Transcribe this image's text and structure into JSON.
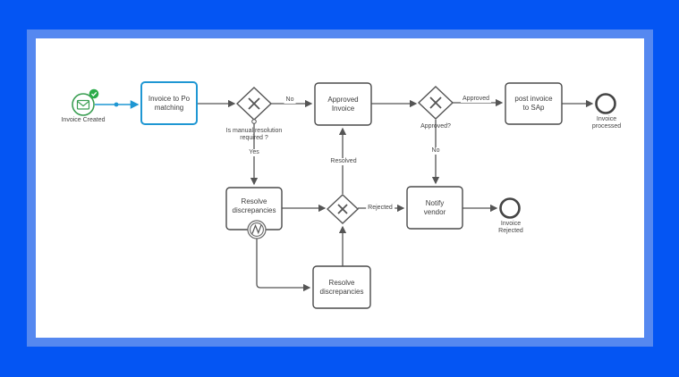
{
  "app": {
    "description": "BPMN invoice processing flow diagram on a white canvas with blue frame"
  },
  "colors": {
    "frame_outer": "#0455f3",
    "frame_inner": "#5588f0",
    "canvas": "#ffffff",
    "selection_blue": "#1f97d3",
    "flow_gray": "#555555",
    "event_green": "#3a9e52",
    "badge_green": "#2bab49",
    "text_dark": "#3c3c3c"
  },
  "diagram": {
    "nodes": {
      "start_event": {
        "type": "message-start-event",
        "label": "Invoice Created"
      },
      "task_invoice_po_matching": {
        "type": "task",
        "label": "Invoice to Po matching",
        "selected": true
      },
      "gateway_manual_resolution": {
        "type": "exclusive-gateway",
        "label": "Is manual resolution required ?"
      },
      "task_approved_invoice": {
        "type": "task",
        "label": "Approved Invoice"
      },
      "gateway_approved": {
        "type": "exclusive-gateway",
        "label": "Approved?"
      },
      "task_post_invoice_sap": {
        "type": "task",
        "label": "post invoice to SAp"
      },
      "end_event_processed": {
        "type": "end-event",
        "label": "Invoice processed"
      },
      "task_resolve_discrepancies": {
        "type": "task",
        "label": "Resolve discrepancies",
        "boundary_event": "error"
      },
      "gateway_resolution_result": {
        "type": "exclusive-gateway",
        "label": ""
      },
      "task_notify_vendor": {
        "type": "task",
        "label": "Notify vendor"
      },
      "end_event_rejected": {
        "type": "end-event",
        "label": "Invoice Rejected"
      },
      "task_resolve_discrepancies_2": {
        "type": "task",
        "label": "Resolve discrepancies"
      }
    },
    "edge_labels": {
      "manual_no": "No",
      "manual_yes": "Yes",
      "approved_yes": "Approved",
      "approved_no": "No",
      "resolved": "Resolved",
      "rejected": "Rejected"
    }
  }
}
